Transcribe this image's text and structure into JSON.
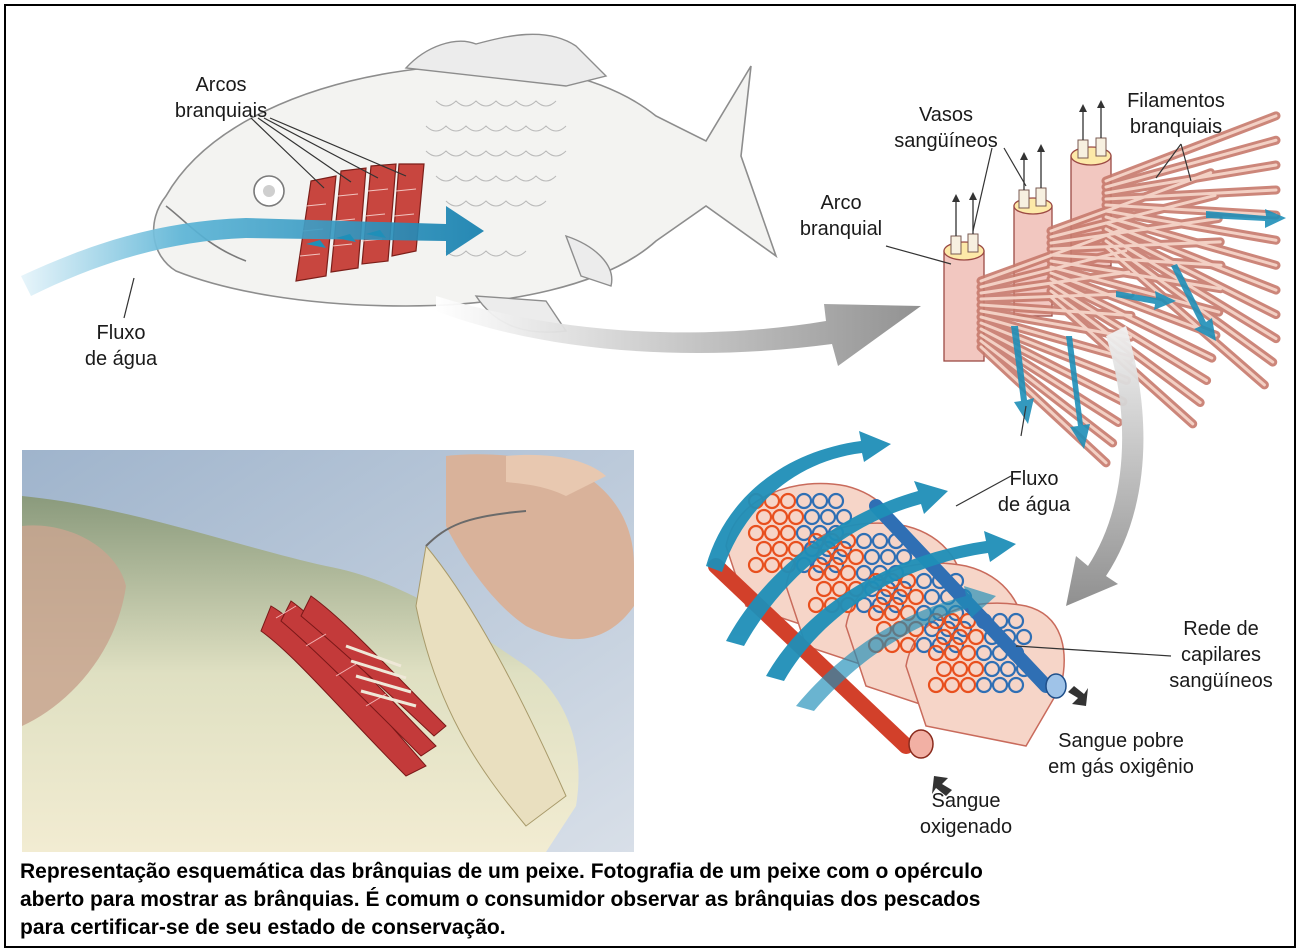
{
  "labels": {
    "arcos_branquiais": [
      "Arcos",
      "branquiais"
    ],
    "fluxo_agua_1": [
      "Fluxo",
      "de água"
    ],
    "vasos_sanguineos": [
      "Vasos",
      "sangüíneos"
    ],
    "filamentos_branquiais": [
      "Filamentos",
      "branquiais"
    ],
    "arco_branquial": [
      "Arco",
      "branquial"
    ],
    "fluxo_agua_2": [
      "Fluxo",
      "de água"
    ],
    "rede_capilares": [
      "Rede de",
      "capilares",
      "sangüíneos"
    ],
    "sangue_pobre": [
      "Sangue pobre",
      "em gás oxigênio"
    ],
    "sangue_oxigenado": [
      "Sangue",
      "oxigenado"
    ]
  },
  "caption": [
    "Representação esquemática das brânquias de um peixe. Fotografia de um peixe com o opérculo",
    "aberto para mostrar as brânquias. É comum o consumidor observar as brânquias dos pescados",
    "para certificar-se de seu estado de conservação."
  ],
  "colors": {
    "water_arrow": "#1f8fb8",
    "gill_red": "#c8463f",
    "oxygenated": "#e8501f",
    "deoxygenated": "#2f6fb4",
    "grey_arrow": "#9a9a9a",
    "photo_bg": "#c9d4e2"
  }
}
